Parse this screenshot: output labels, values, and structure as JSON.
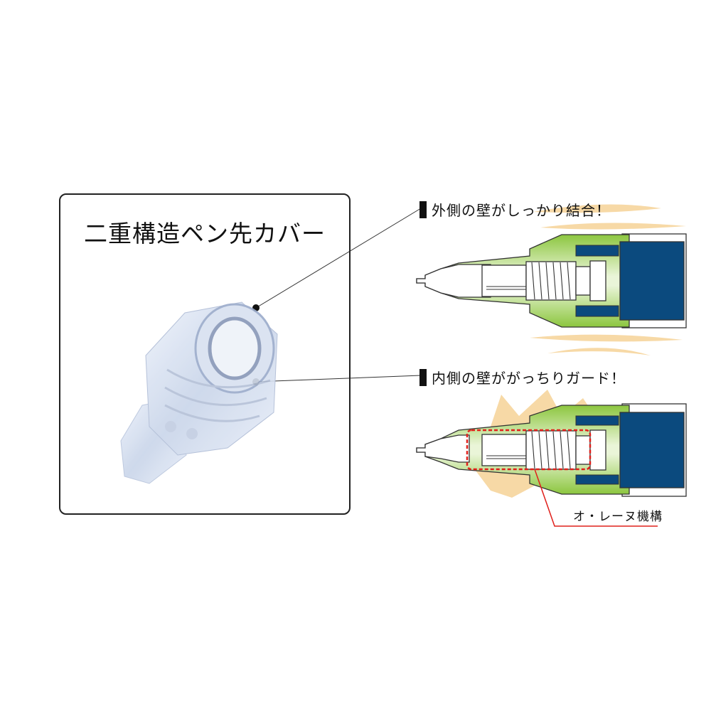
{
  "panel": {
    "title": "二重構造ペン先カバー"
  },
  "callouts": [
    {
      "label": "外側の壁がしっかり結合！"
    },
    {
      "label": "内側の壁ががっちりガード！"
    }
  ],
  "mechanism_label": "オ・レーヌ機構",
  "colors": {
    "green": "#8cc63f",
    "navy": "#0b4a7e",
    "glow": "#f7d9a6",
    "red": "#e0201b"
  }
}
